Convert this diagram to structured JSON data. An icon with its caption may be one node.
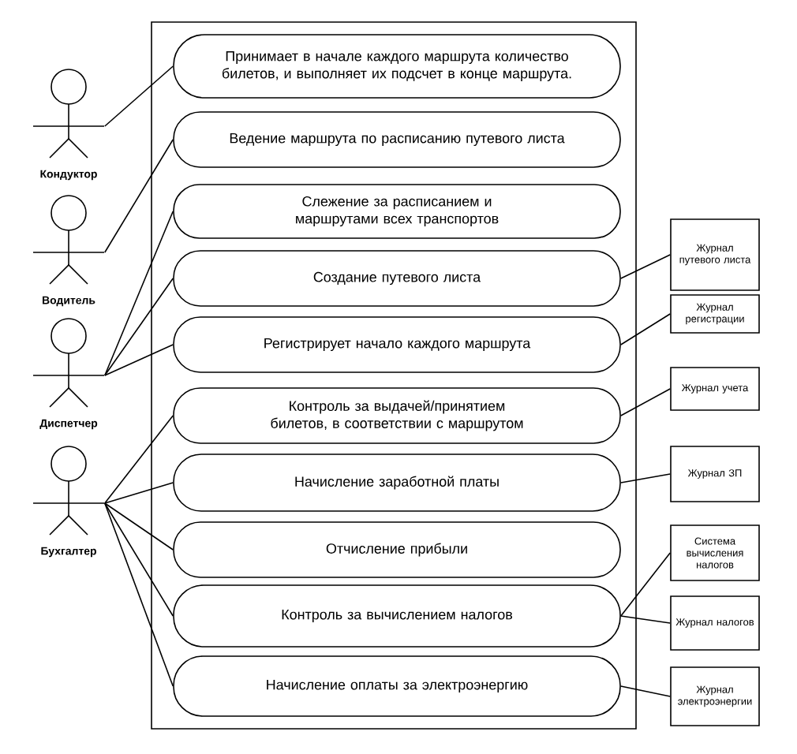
{
  "diagram": {
    "nodes": [
      {
        "text": [],
        "shape": "box"
      },
      {
        "text": [
          "Принимает в начале каждого маршрута количество билетов, и выполняет их подсчет в конце маршрута."
        ],
        "in": 0
      },
      {
        "text": [
          "Ведение маршрута по расписанию путевого листа"
        ],
        "in": 0
      },
      {
        "text": [
          "Слежение за расписанием и маршрутами всех транспортов"
        ],
        "in": 0
      },
      {
        "text": [
          "Создание путевого листа"
        ],
        "in": 0
      },
      {
        "text": [
          "Регистрирует начало каждого маршрута"
        ],
        "in": 0
      },
      {
        "text": [
          "Контроль за выдачей/принятием билетов, в соответствии с маршрутом"
        ],
        "in": 0
      },
      {
        "text": [
          "Начисление заработной платы"
        ],
        "in": 0
      },
      {
        "text": [
          "Отчисление прибыли"
        ],
        "in": 0
      },
      {
        "text": [
          "Контроль за вычислением налогов"
        ],
        "in": 0
      },
      {
        "text": [
          "Начисление оплаты за электроэнергию"
        ],
        "in": 0
      },
      {
        "text": [
          "Кондуктор"
        ]
      },
      {
        "text": [
          "Водитель"
        ]
      },
      {
        "text": [
          "Диспетчер"
        ]
      },
      {
        "text": [
          "Бухгалтер"
        ]
      },
      {
        "text": [
          "Журнал путевого листа"
        ]
      },
      {
        "text": [
          "Журнал регистрации"
        ]
      },
      {
        "text": [
          "Журнал учета"
        ]
      },
      {
        "text": [
          "Журнал ЗП"
        ]
      },
      {
        "text": [
          "Система вычисления налогов"
        ]
      },
      {
        "text": [
          "Журнал налогов"
        ]
      },
      {
        "text": [
          "Журнал электроэнергии"
        ]
      }
    ],
    "edges": [
      {
        "from": 11,
        "to": 1,
        "arrow": "none"
      },
      {
        "from": 12,
        "to": 2,
        "arrow": "none"
      },
      {
        "from": 13,
        "to": 3,
        "arrow": "none"
      },
      {
        "from": 13,
        "to": 4,
        "arrow": "none"
      },
      {
        "from": 13,
        "to": 5,
        "arrow": "none"
      },
      {
        "from": 14,
        "to": 6,
        "arrow": "none"
      },
      {
        "from": 14,
        "to": 7,
        "arrow": "none"
      },
      {
        "from": 14,
        "to": 8,
        "arrow": "none"
      },
      {
        "from": 14,
        "to": 9,
        "arrow": "none"
      },
      {
        "from": 14,
        "to": 10,
        "arrow": "none"
      },
      {
        "from": 4,
        "to": 15,
        "arrow": "none"
      },
      {
        "from": 5,
        "to": 16,
        "arrow": "none"
      },
      {
        "from": 6,
        "to": 17,
        "arrow": "none"
      },
      {
        "from": 7,
        "to": 18,
        "arrow": "none"
      },
      {
        "from": 9,
        "to": 19,
        "arrow": "none"
      },
      {
        "from": 9,
        "to": 20,
        "arrow": "none"
      },
      {
        "from": 10,
        "to": 21,
        "arrow": "none"
      }
    ]
  }
}
